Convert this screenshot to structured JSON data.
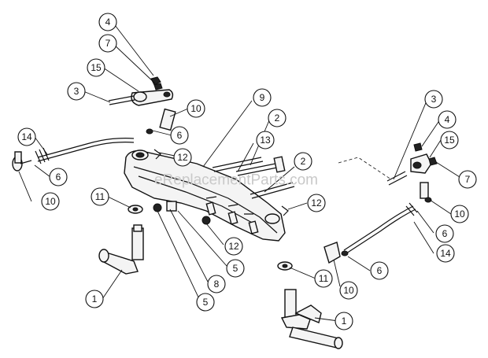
{
  "watermark": "eReplacementParts.com",
  "callouts": [
    {
      "label": "4"
    },
    {
      "label": "7"
    },
    {
      "label": "15"
    },
    {
      "label": "3"
    },
    {
      "label": "10"
    },
    {
      "label": "6"
    },
    {
      "label": "9"
    },
    {
      "label": "2"
    },
    {
      "label": "13"
    },
    {
      "label": "12"
    },
    {
      "label": "2"
    },
    {
      "label": "14"
    },
    {
      "label": "6"
    },
    {
      "label": "10"
    },
    {
      "label": "11"
    },
    {
      "label": "12"
    },
    {
      "label": "12"
    },
    {
      "label": "5"
    },
    {
      "label": "8"
    },
    {
      "label": "5"
    },
    {
      "label": "1"
    },
    {
      "label": "3"
    },
    {
      "label": "4"
    },
    {
      "label": "15"
    },
    {
      "label": "7"
    },
    {
      "label": "10"
    },
    {
      "label": "6"
    },
    {
      "label": "14"
    },
    {
      "label": "6"
    },
    {
      "label": "10"
    },
    {
      "label": "11"
    },
    {
      "label": "1"
    }
  ]
}
